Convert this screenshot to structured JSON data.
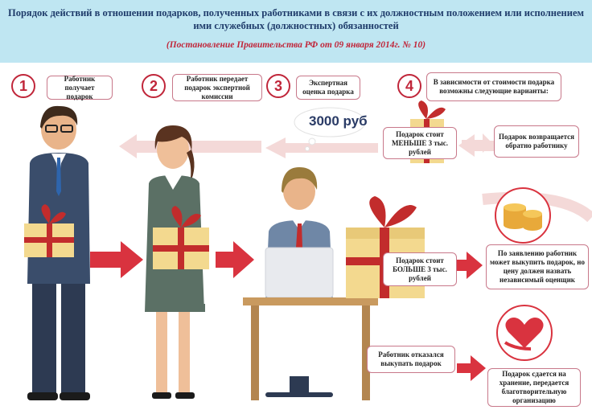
{
  "header": {
    "title": "Порядок действий в отношении подарков, полученных работниками в связи с их должностным положением или исполнением ими служебных (должностных) обязанностей",
    "subtitle": "(Постановление Правительства РФ от 09 января 2014г. № 10)"
  },
  "steps": [
    {
      "number": "1",
      "label": "Работник получает подарок"
    },
    {
      "number": "2",
      "label": "Работник передает подарок экспертной комиссии"
    },
    {
      "number": "3",
      "label": "Экспертная оценка подарка"
    },
    {
      "number": "4",
      "label": "В зависимости от стоимости подарка возможны следующие варианты:"
    }
  ],
  "price_tag": "3000 руб",
  "options": {
    "less": "Подарок стоит МЕНЬШЕ 3 тыс. рублей",
    "more": "Подарок стоит БОЛЬШЕ 3 тыс. рублей",
    "refused": "Работник отказался выкупать подарок"
  },
  "outcomes": {
    "returned": "Подарок возвращается обратно работнику",
    "buyout": "По заявлению работник может выкупить подарок, но цену должен назвать независимый оценщик",
    "storage": "Подарок сдается на хранение, передается благотворительную организацию"
  },
  "colors": {
    "header_bg": "#bfe6f2",
    "title": "#1f3c6b",
    "accent": "#c0263a",
    "arrow_light": "#f2d6d6",
    "arrow_red": "#d9333f"
  }
}
